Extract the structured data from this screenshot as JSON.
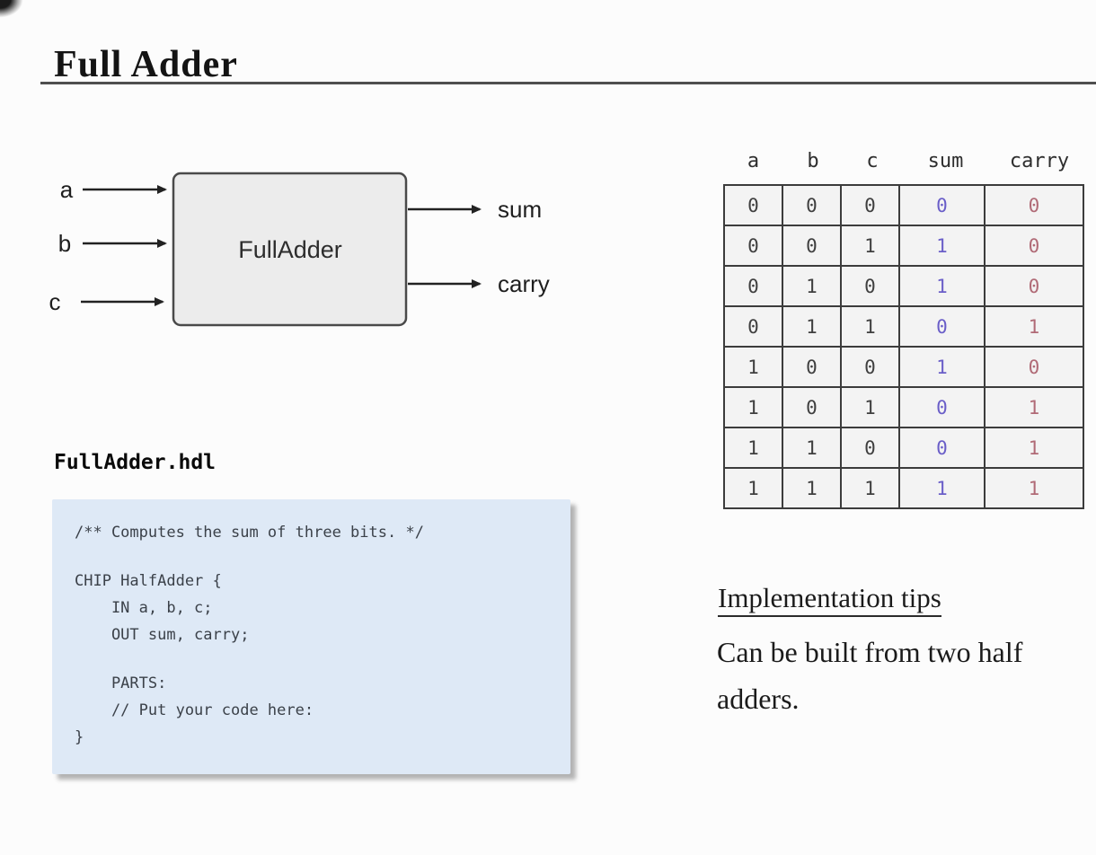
{
  "slide": {
    "title": "Full Adder"
  },
  "diagram": {
    "chip_label": "FullAdder",
    "inputs": [
      "a",
      "b",
      "c"
    ],
    "outputs": [
      "sum",
      "carry"
    ]
  },
  "truth_table": {
    "headers": [
      "a",
      "b",
      "c",
      "sum",
      "carry"
    ],
    "rows": [
      [
        "0",
        "0",
        "0",
        "0",
        "0"
      ],
      [
        "0",
        "0",
        "1",
        "1",
        "0"
      ],
      [
        "0",
        "1",
        "0",
        "1",
        "0"
      ],
      [
        "0",
        "1",
        "1",
        "0",
        "1"
      ],
      [
        "1",
        "0",
        "0",
        "1",
        "0"
      ],
      [
        "1",
        "0",
        "1",
        "0",
        "1"
      ],
      [
        "1",
        "1",
        "0",
        "0",
        "1"
      ],
      [
        "1",
        "1",
        "1",
        "1",
        "1"
      ]
    ],
    "colors": {
      "input_value": "#3f3f3f",
      "sum_value": "#6a5ec8",
      "carry_value": "#b06a76",
      "cell_background": "#f3f3f3",
      "border": "#3c3c3c"
    }
  },
  "code_block": {
    "filename": "FullAdder.hdl",
    "background": "#dee9f6",
    "lines": [
      "/** Computes the sum of three bits. */",
      "",
      "CHIP HalfAdder {",
      "    IN a, b, c;",
      "    OUT sum, carry;",
      "",
      "    PARTS:",
      "    // Put your code here:",
      "}"
    ]
  },
  "tips": {
    "heading": "Implementation tips",
    "body": "Can be built from two half\nadders."
  }
}
